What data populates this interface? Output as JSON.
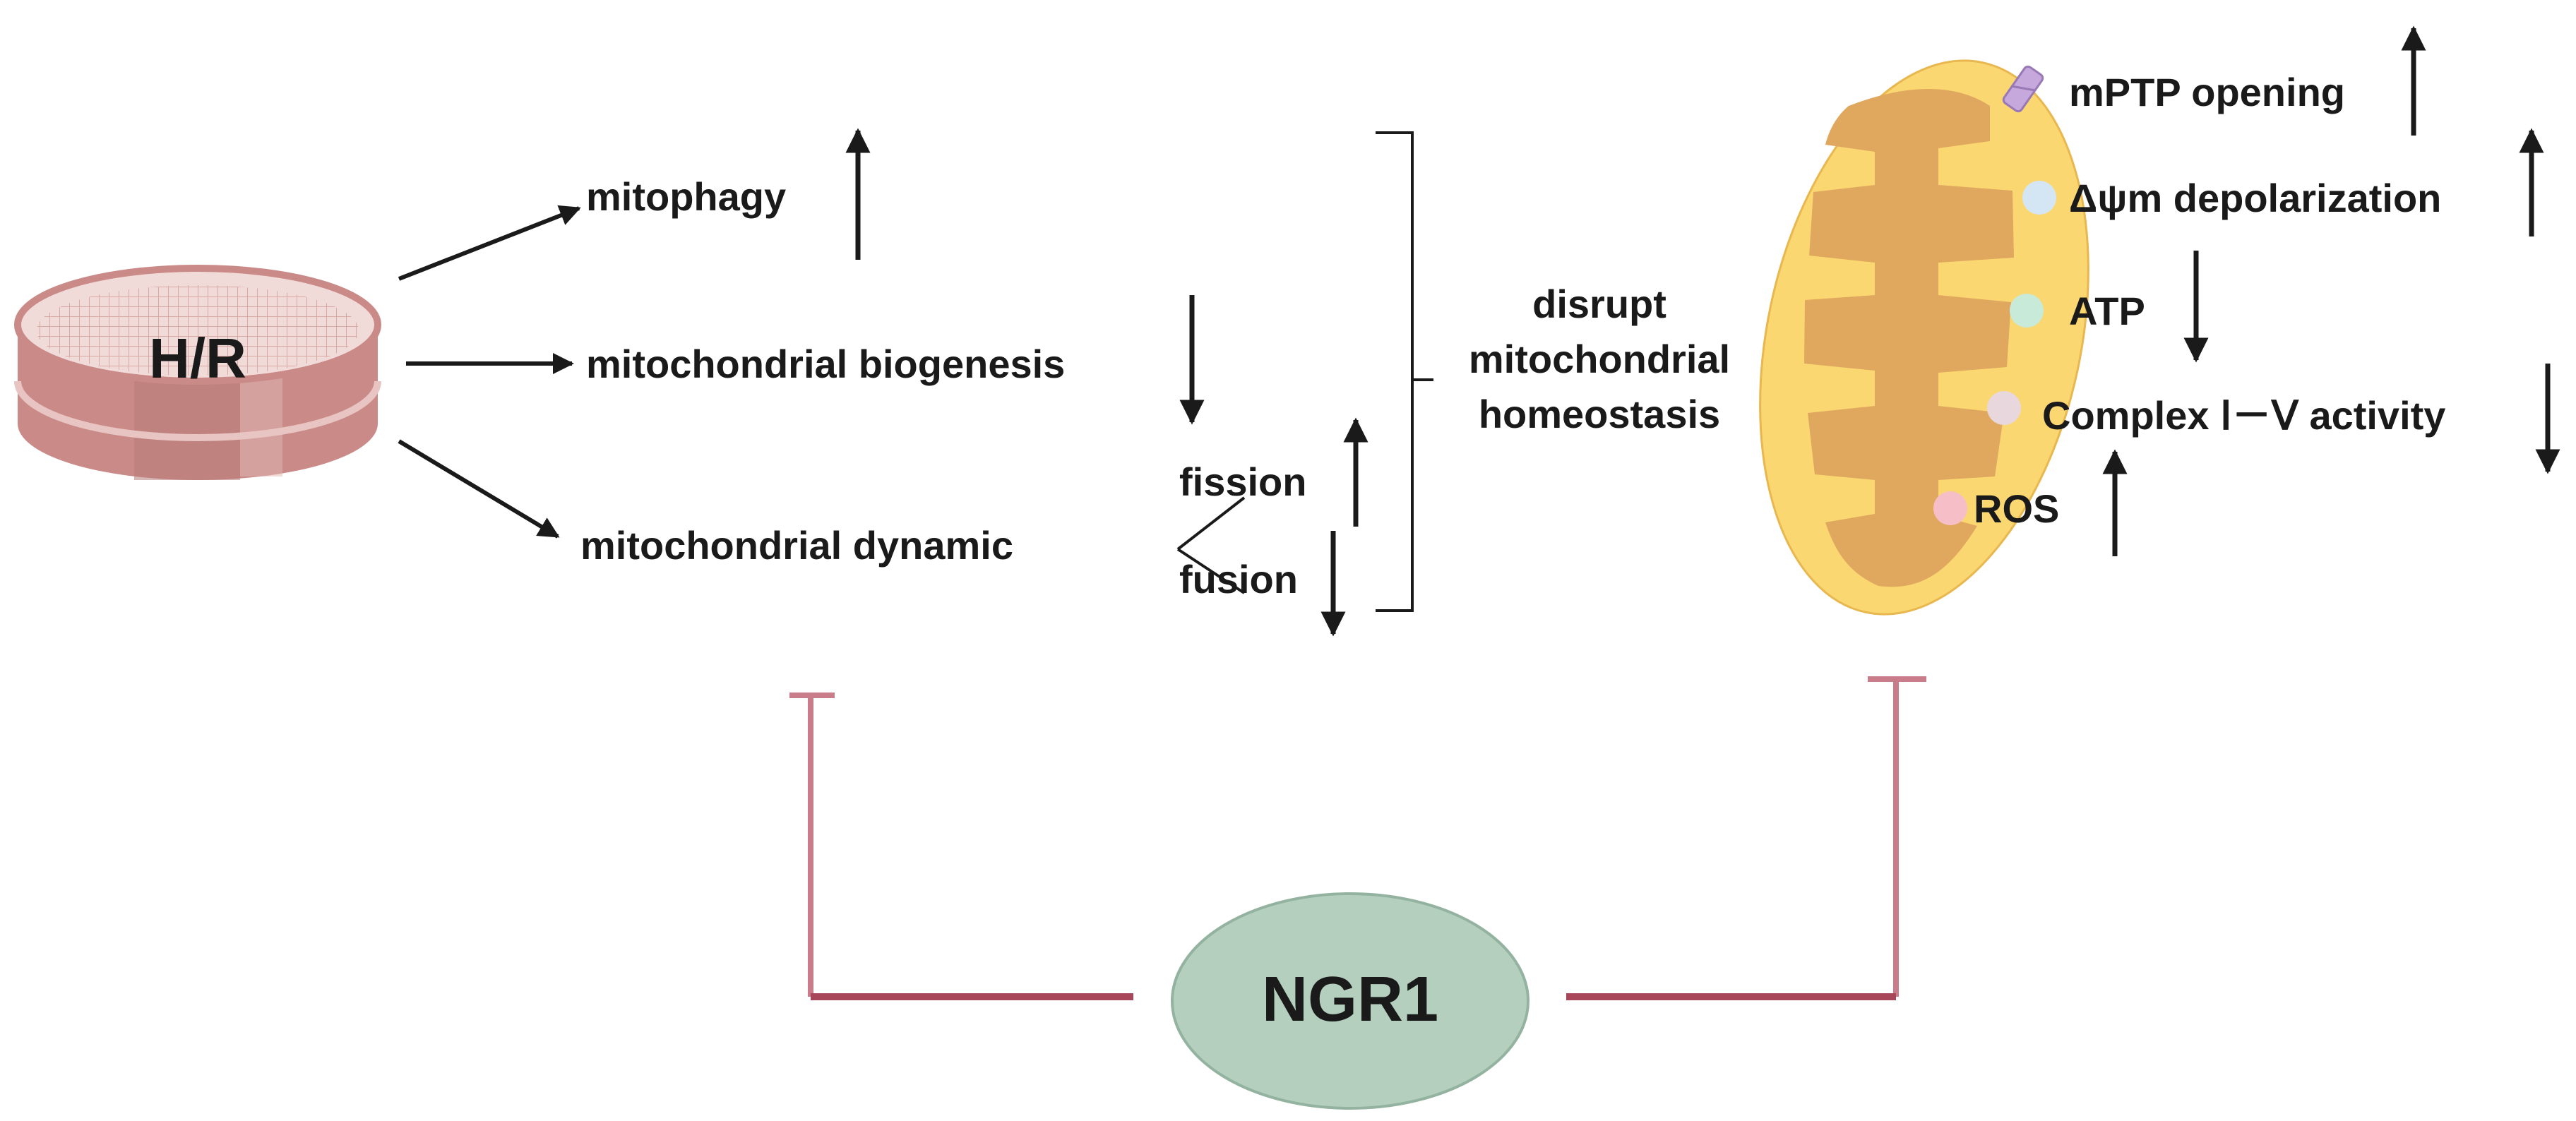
{
  "hr_label": "H/R",
  "branches": {
    "mitophagy": "mitophagy",
    "biogenesis": "mitochondrial biogenesis",
    "dynamic": "mitochondrial dynamic",
    "fission": "fission",
    "fusion": "fusion"
  },
  "outcome": {
    "line1": "disrupt",
    "line2": "mitochondrial",
    "line3": "homeostasis"
  },
  "mito_effects": {
    "mptp": "mPTP opening",
    "depolarization": "Δψm depolarization",
    "atp": "ATP",
    "complex": "Complex Ⅰ－Ⅴ activity",
    "ros": "ROS"
  },
  "agent_label": "NGR1",
  "colors": {
    "dish": "#c98a88",
    "dish_dark": "#b07370",
    "inhibit_line": "#a8475a",
    "inhibit_line_light": "#c97c8a",
    "ngr1_fill": "#b5cfbf",
    "mito_outer": "#fbd772",
    "mito_inner": "#e0a85e",
    "arrow": "#1a1a1a"
  },
  "directions": {
    "mitophagy": "up",
    "biogenesis": "down",
    "fission": "up",
    "fusion": "down",
    "mptp": "up",
    "depolarization": "up",
    "atp": "down",
    "complex": "down",
    "ros": "up"
  }
}
